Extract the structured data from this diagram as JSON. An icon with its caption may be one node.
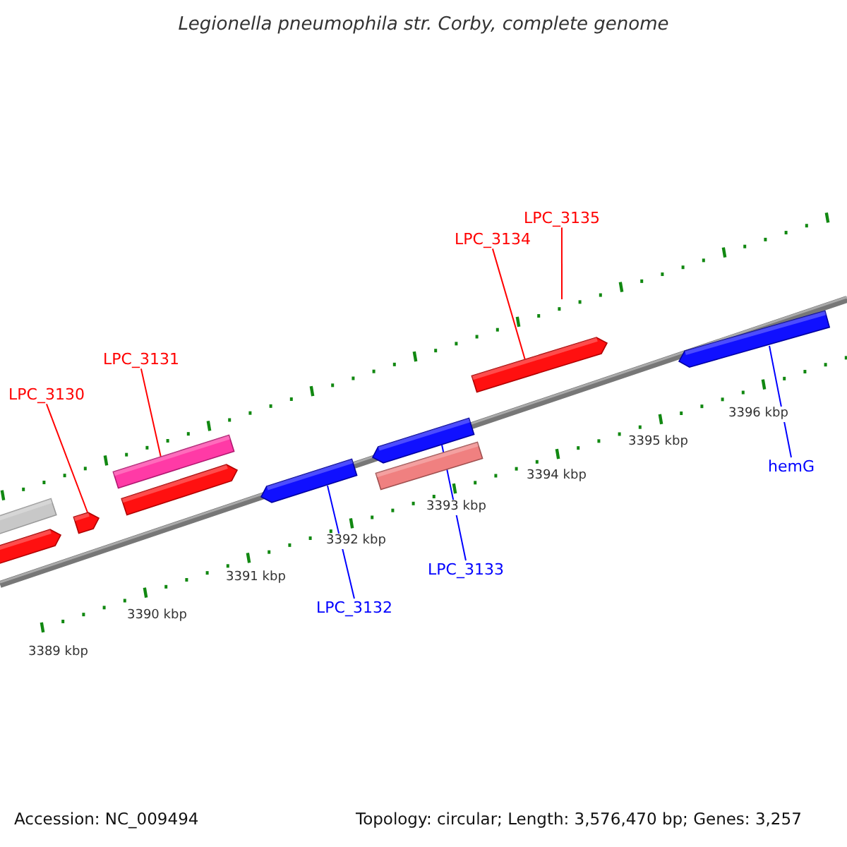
{
  "diagram": {
    "title": "Legionella pneumophila str. Corby, complete genome",
    "nodes": [
      {
        "text": [
          "LPC_3135"
        ]
      },
      {
        "text": [
          "LPC_3134"
        ]
      },
      {
        "text": [
          "LPC_3131"
        ]
      },
      {
        "text": [
          "LPC_3130"
        ]
      },
      {
        "text": [
          "hemG"
        ]
      },
      {
        "text": [
          "LPC_3133"
        ]
      },
      {
        "text": [
          "LPC_3132"
        ]
      },
      {
        "text": [],
        "shape": "bar"
      },
      {
        "text": [],
        "shape": "bar"
      },
      {
        "text": [],
        "shape": "bar"
      },
      {
        "text": [],
        "shape": "bar"
      },
      {
        "text": [],
        "shape": "bar"
      },
      {
        "text": [],
        "shape": "bar"
      },
      {
        "text": [],
        "shape": "bar"
      },
      {
        "text": [],
        "shape": "bar"
      },
      {
        "text": [],
        "shape": "bar"
      },
      {
        "text": [],
        "shape": "bar"
      }
    ],
    "edges": [
      {
        "from": 0,
        "to": null,
        "arrow": "none"
      },
      {
        "from": 1,
        "to": 15,
        "arrow": "none"
      },
      {
        "from": 2,
        "to": 10,
        "arrow": "none"
      },
      {
        "from": 3,
        "to": 9,
        "arrow": "none"
      },
      {
        "from": 4,
        "to": 16,
        "arrow": "none",
        "color": "#0000ff"
      },
      {
        "from": 5,
        "to": 13,
        "arrow": "none",
        "color": "#0000ff"
      },
      {
        "from": 6,
        "to": 12,
        "arrow": "none",
        "color": "#0000ff"
      }
    ],
    "labels": [
      "3389 kbp",
      "3390 kbp",
      "3391 kbp",
      "3392 kbp",
      "3393 kbp",
      "3394 kbp",
      "3395 kbp",
      "3396 kbp",
      "Accession: NC_009494",
      "Topology: circular; Length: 3,576,470 bp; Genes: 3,257"
    ]
  }
}
